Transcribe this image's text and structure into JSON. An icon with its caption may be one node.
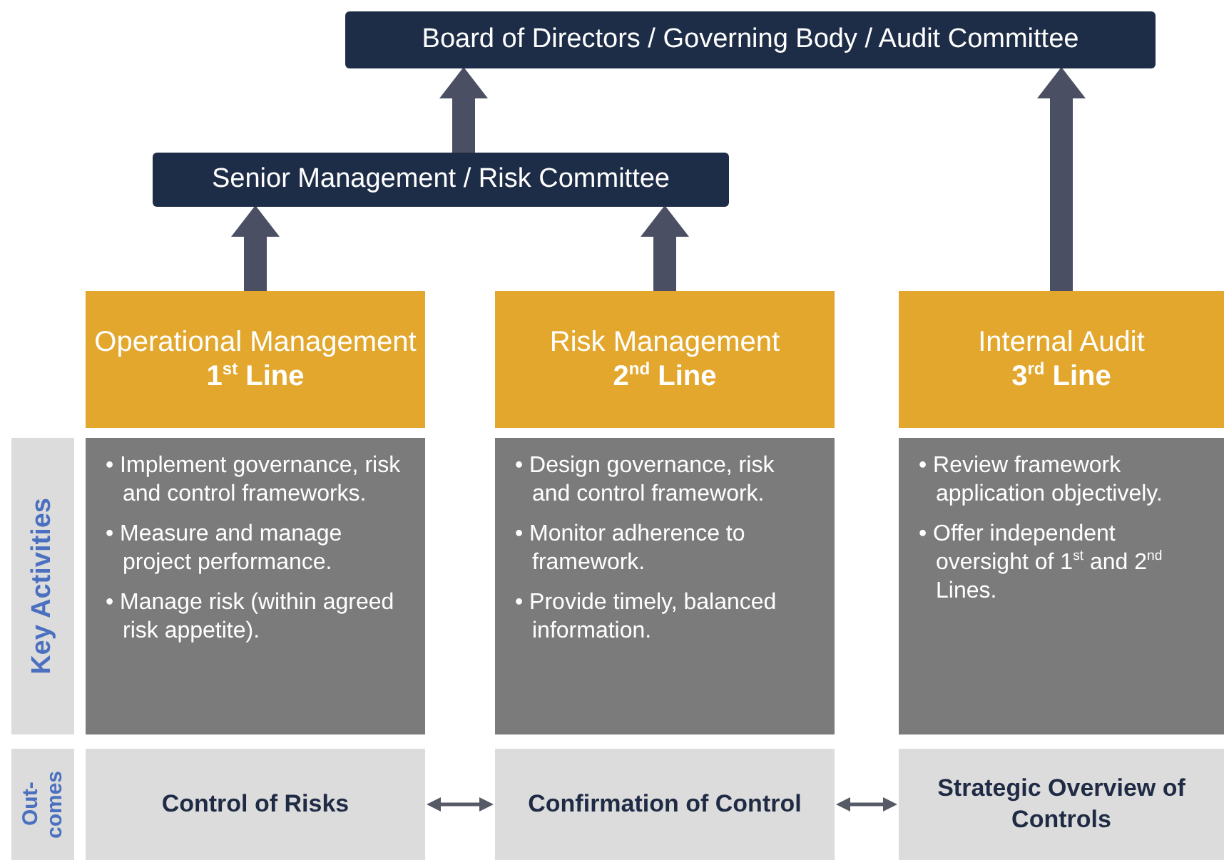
{
  "diagram": {
    "nodes": [
      {
        "text": [
          "Board of Directors / Governing Body / Audit Committee"
        ]
      },
      {
        "text": [
          "Senior Management / Risk Committee"
        ]
      },
      {
        "text": [
          "Operational Management",
          "1$^{st}$ Line"
        ]
      },
      {
        "text": [
          "Risk Management",
          "2$^{nd}$ Line"
        ]
      },
      {
        "text": [
          "Internal Audit",
          "3$^{rd}$ Line"
        ]
      },
      {
        "text": [
          "Key Activities"
        ]
      },
      {
        "text": [
          "• Implement governance, risk and control frameworks.",
          "• Measure and manage project performance.",
          "• Manage risk (within agreed risk appetite)."
        ]
      },
      {
        "text": [
          "• Design governance, risk and control framework.",
          "• Monitor adherence to framework.",
          "• Provide timely, balanced information."
        ]
      },
      {
        "text": [
          "• Review framework application objectively.",
          "• Offer independent oversight of 1$^{st}$ and 2$^{nd}$ Lines."
        ]
      },
      {
        "text": [
          "Out- comes"
        ]
      },
      {
        "text": [
          "Control of Risks"
        ]
      },
      {
        "text": [
          "Confirmation of Control"
        ]
      },
      {
        "text": [
          "Strategic Overview of Controls"
        ]
      }
    ],
    "edges": [
      {
        "from": 1,
        "to": 0,
        "arrow": "to"
      },
      {
        "from": 2,
        "to": 1,
        "arrow": "to"
      },
      {
        "from": 3,
        "to": 1,
        "arrow": "to"
      },
      {
        "from": 4,
        "to": 0,
        "arrow": "to"
      },
      {
        "from": 10,
        "to": 11,
        "arrow": "both"
      },
      {
        "from": 11,
        "to": 12,
        "arrow": "both"
      }
    ]
  }
}
